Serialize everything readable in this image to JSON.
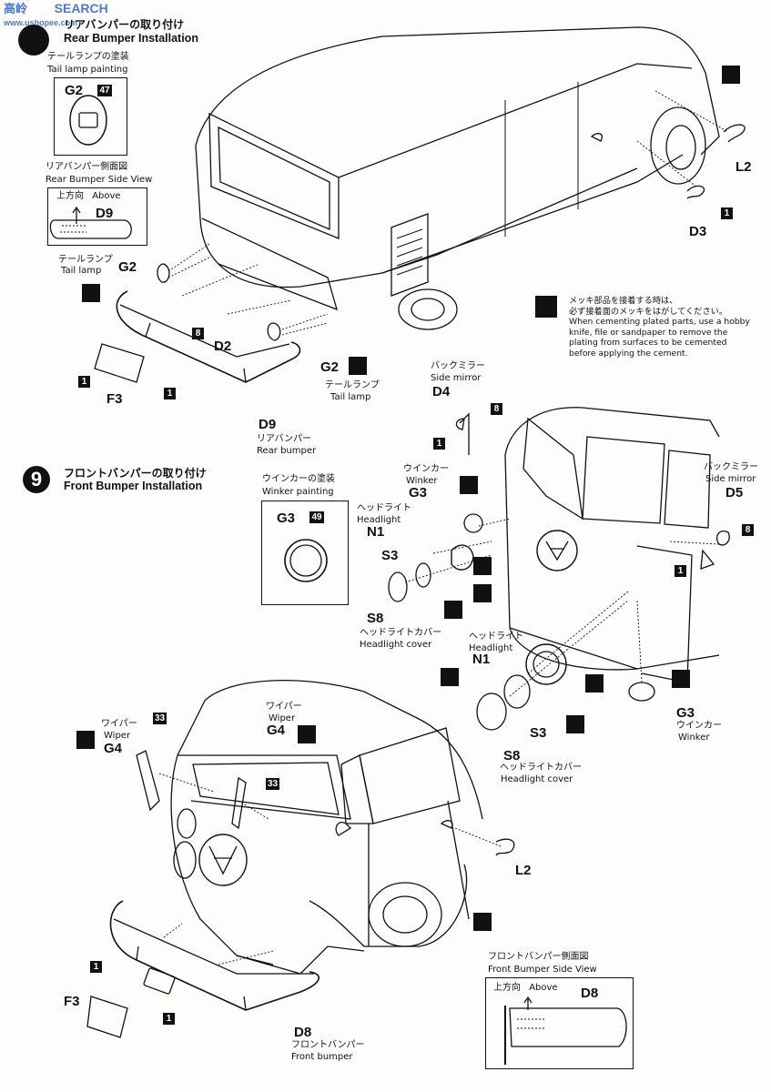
{
  "watermark": {
    "line1": "高岭",
    "line2": "www.ushopee.com",
    "line3": "SEARCH"
  },
  "step8": {
    "title_jp": "リアバンパーの取り付け",
    "title_en": "Rear Bumper Installation",
    "tail_paint_jp": "テールランプの塗装",
    "tail_paint_en": "Tail lamp painting",
    "tail_paint_part": "G2",
    "tail_paint_color": "47",
    "side_view_jp": "リアバンパー側面図",
    "side_view_en": "Rear Bumper Side View",
    "above_jp": "上方向",
    "above_en": "Above",
    "side_part": "D9",
    "tail_lamp_jp": "テールランプ",
    "tail_lamp_en": "Tail lamp",
    "g2_a": "G2",
    "g2_b": "G2",
    "tail_lamp_jp2": "テールランプ",
    "tail_lamp_en2": "Tail lamp",
    "d2": "D2",
    "f3": "F3",
    "d9": "D9",
    "rear_bumper_jp": "リアバンパー",
    "rear_bumper_en": "Rear bumper",
    "l2": "L2",
    "d3": "D3",
    "badge_8": "8",
    "badge_1a": "1",
    "badge_1b": "1",
    "badge_1c": "1"
  },
  "note": {
    "jp1": "メッキ部品を接着する時は、",
    "jp2": "必ず接着面のメッキをはがしてください。",
    "en1": "When cementing plated parts, use a hobby",
    "en2": "knife, file or sandpaper to remove the",
    "en3": "plating from surfaces to be cemented",
    "en4": "before applying the cement."
  },
  "step9": {
    "number": "9",
    "title_jp": "フロントバンパーの取り付け",
    "title_en": "Front Bumper Installation",
    "winker_paint_jp": "ウインカーの塗装",
    "winker_paint_en": "Winker painting",
    "winker_paint_part": "G3",
    "winker_paint_color": "49",
    "back_mirror_jp": "バックミラー",
    "back_mirror_en": "Side mirror",
    "d4": "D4",
    "badge_8a": "8",
    "badge_1d": "1",
    "winker_jp": "ウインカー",
    "winker_en": "Winker",
    "g3_a": "G3",
    "headlight_jp": "ヘッドライト",
    "headlight_en": "Headlight",
    "n1_a": "N1",
    "s3_a": "S3",
    "s8_a": "S8",
    "hl_cover_jp": "ヘッドライトカバー",
    "hl_cover_en": "Headlight cover",
    "back_mirror_jp2": "バックミラー",
    "back_mirror_en2": "Side mirror",
    "d5": "D5",
    "badge_8b": "8",
    "badge_1e": "1",
    "headlight_jp2": "ヘッドライト",
    "headlight_en2": "Headlight",
    "n1_b": "N1",
    "s3_b": "S3",
    "s8_b": "S8",
    "hl_cover_jp2": "ヘッドライトカバー",
    "hl_cover_en2": "Headlight cover",
    "g3_b": "G3",
    "winker_jp2": "ウインカー",
    "winker_en2": "Winker",
    "wiper_jp": "ワイパー",
    "wiper_en": "Wiper",
    "g4_a": "G4",
    "badge_33a": "33",
    "wiper_jp2": "ワイパー",
    "wiper_en2": "Wiper",
    "g4_b": "G4",
    "badge_33b": "33",
    "l2": "L2",
    "badge_1f": "1",
    "badge_1g": "1",
    "f3": "F3",
    "d8": "D8",
    "front_bumper_jp": "フロントバンパー",
    "front_bumper_en": "Front bumper",
    "side_view_jp": "フロントバンパー側面図",
    "side_view_en": "Front Bumper Side View",
    "above_jp": "上方向",
    "above_en": "Above",
    "side_part": "D8"
  }
}
